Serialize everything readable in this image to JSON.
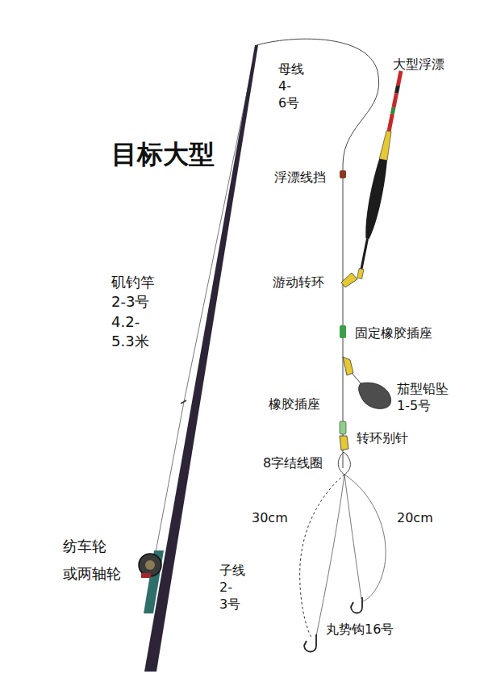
{
  "diagram": {
    "title": "目标大型",
    "labels": [
      "母线 4-6号",
      "大型浮漂",
      "浮漂线挡",
      "矶钓竿 2-3号 4.2-5.3米",
      "游动转环",
      "固定橡胶插座",
      "茄型铅坠 1-5号",
      "橡胶插座",
      "转环别针",
      "8字结线圈",
      "30cm",
      "20cm",
      "纺车轮 或两轴轮",
      "子线 2-3号",
      "丸势钩16号"
    ]
  }
}
